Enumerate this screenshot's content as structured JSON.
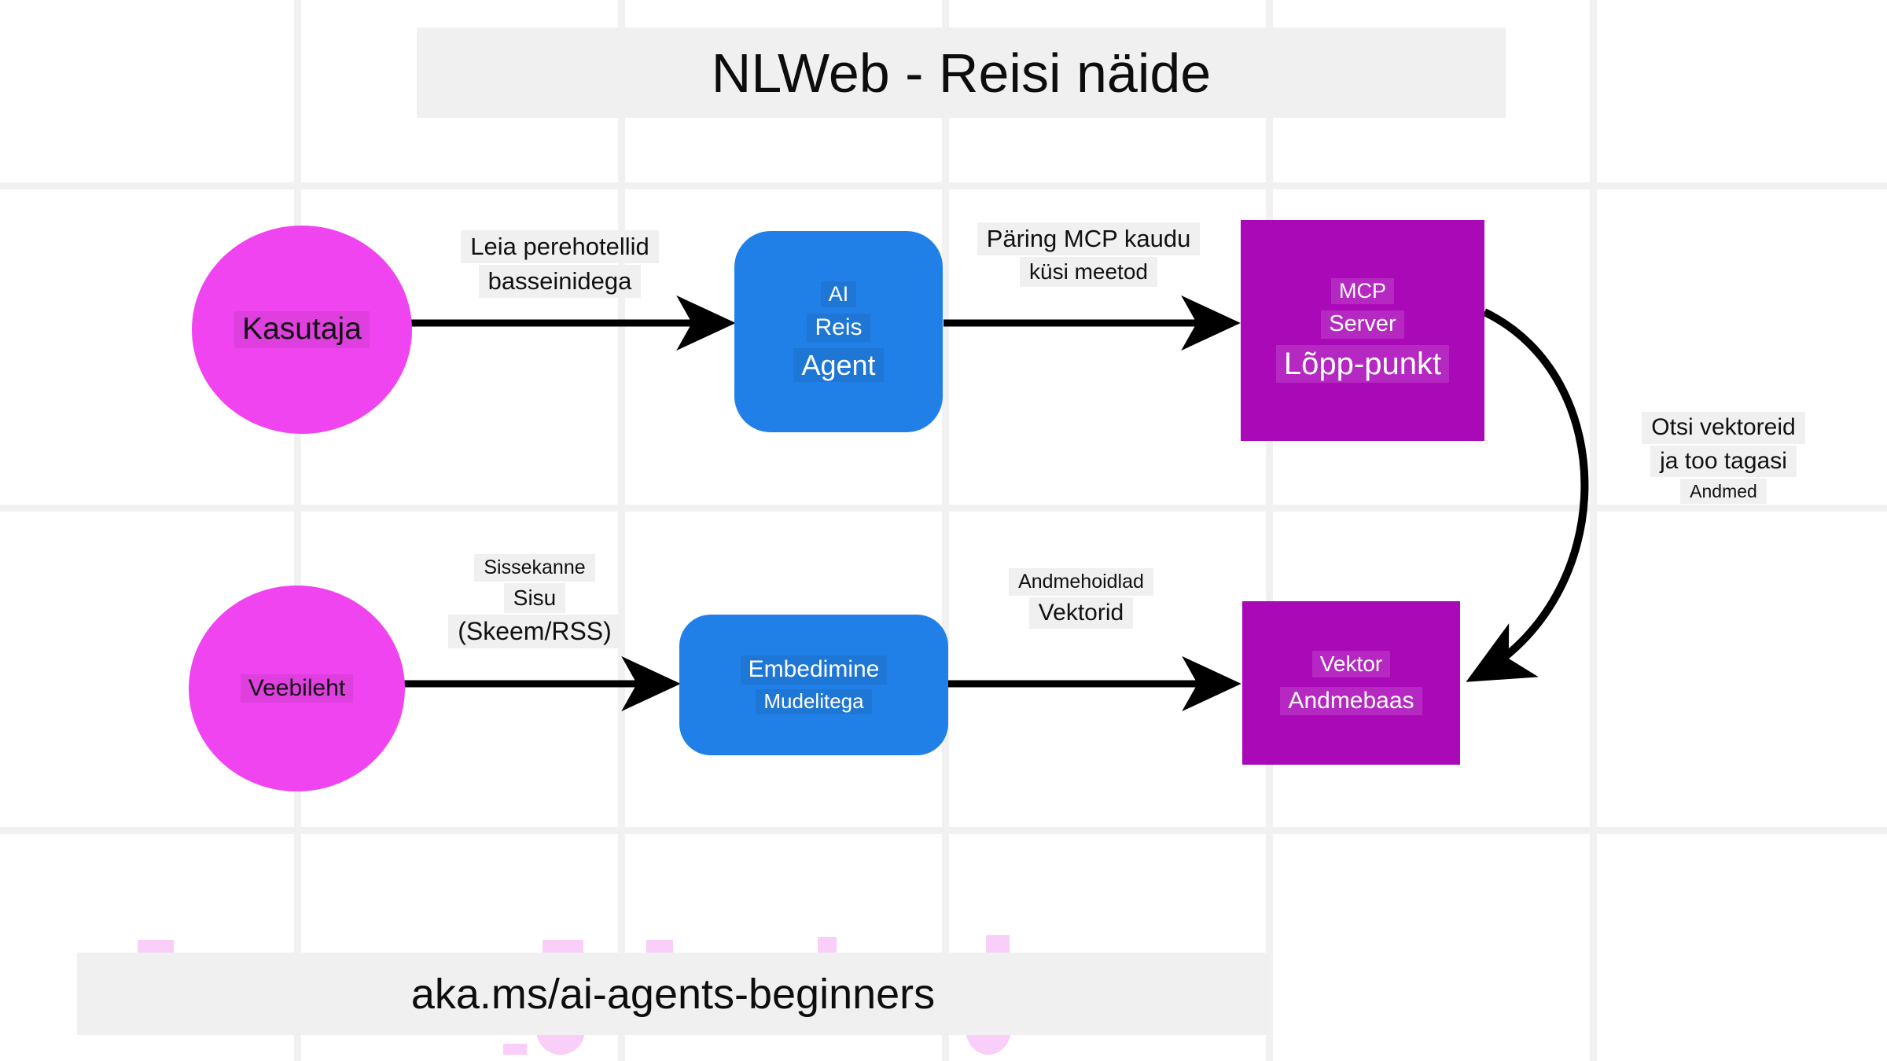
{
  "title_banner": {
    "text": "NLWeb - Reisi näide"
  },
  "footer_banner": {
    "text": "aka.ms/ai-agents-beginners"
  },
  "colors": {
    "magenta": "#ef44ef",
    "blue": "#2180e8",
    "purple": "#aa09b8",
    "label_background": "#f0f0f0",
    "grid_line": "#f1f1f1",
    "arrow": "#000000",
    "deco_pink": "#f7bdf7"
  },
  "nodes": {
    "user": {
      "lines": [
        "Kasutaja"
      ]
    },
    "ai_agent": {
      "lines": [
        "AI",
        "Reis",
        "Agent"
      ]
    },
    "mcp_server": {
      "lines": [
        "MCP",
        "Server",
        "Lõpp-punkt"
      ]
    },
    "website": {
      "lines": [
        "Veebileht"
      ]
    },
    "embedding": {
      "lines": [
        "Embedimine",
        "Mudelitega"
      ]
    },
    "vector_db": {
      "lines": [
        "Vektor",
        "Andmebaas"
      ]
    }
  },
  "edge_labels": {
    "user_to_agent": {
      "lines": [
        "Leia perehotellid",
        "basseinidega"
      ]
    },
    "agent_to_mcp": {
      "lines": [
        "Päring MCP kaudu",
        "küsi meetod"
      ]
    },
    "mcp_to_vectordb": {
      "lines": [
        "Otsi vektoreid",
        "ja too tagasi",
        "Andmed"
      ]
    },
    "web_to_embed": {
      "lines": [
        "Sissekanne",
        "Sisu",
        "(Skeem/RSS)"
      ]
    },
    "embed_to_vdb": {
      "lines": [
        "Andmehoidlad",
        "Vektorid"
      ]
    }
  }
}
